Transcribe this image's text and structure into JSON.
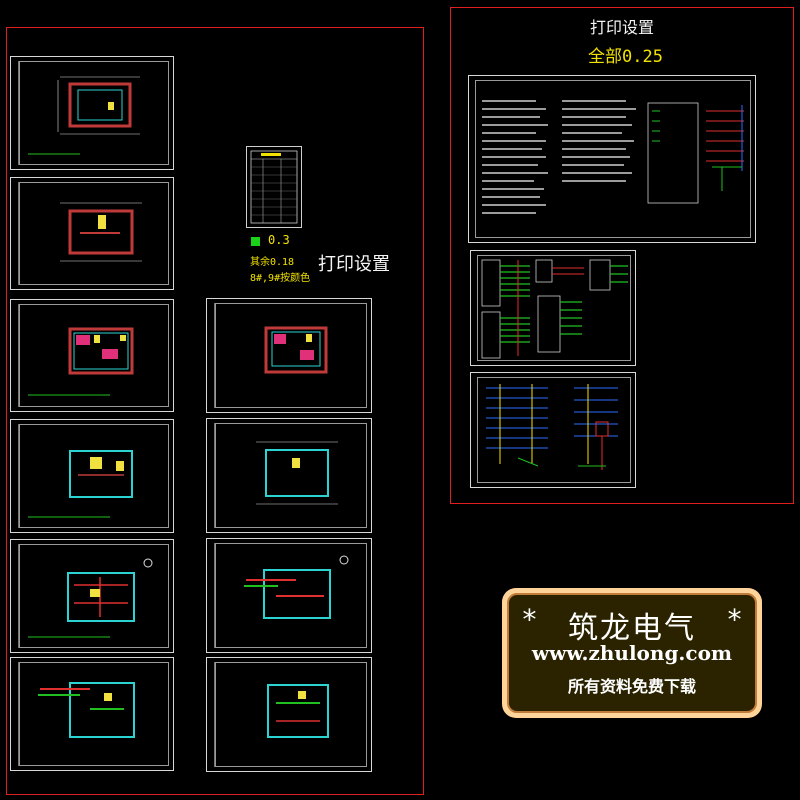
{
  "right_panel": {
    "title": "打印设置",
    "subtitle": "全部0.25"
  },
  "left_panel": {
    "print_settings_label": "打印设置",
    "lineweights": [
      {
        "value": "0.3"
      },
      {
        "value": "其余0.18"
      },
      {
        "value": "8#,9#按颜色"
      }
    ]
  },
  "banner": {
    "star_left": "*",
    "star_right": "*",
    "title": "筑龙电气",
    "url": "www.zhulong.com",
    "subtitle": "所有资料免费下载"
  },
  "colors": {
    "frame_red": "#e02020",
    "accent_yellow": "#f2e200",
    "accent_green": "#19d219",
    "banner_bg": "#ffd49a",
    "banner_inner": "#2b2300"
  }
}
